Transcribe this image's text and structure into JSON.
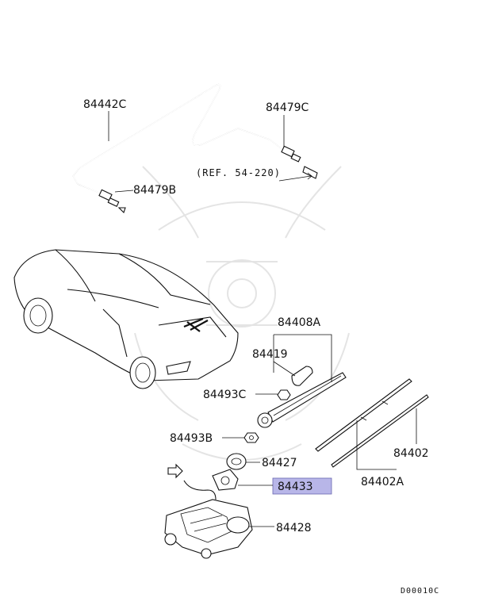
{
  "labels": {
    "washer_hose": "84442C",
    "nozzle_left": "84479B",
    "nozzle_right": "84479C",
    "ref": "(REF. 54-220)",
    "arm_assembly": "84408A",
    "cap": "84419",
    "nut_c": "84493C",
    "nut_b": "84493B",
    "grommet": "84427",
    "motor_highlight": "84433",
    "bracket": "84428",
    "blade": "84402",
    "blade_assembly": "84402A"
  },
  "highlight_color": "#b8b6e8",
  "diagram_code": "D00010C"
}
